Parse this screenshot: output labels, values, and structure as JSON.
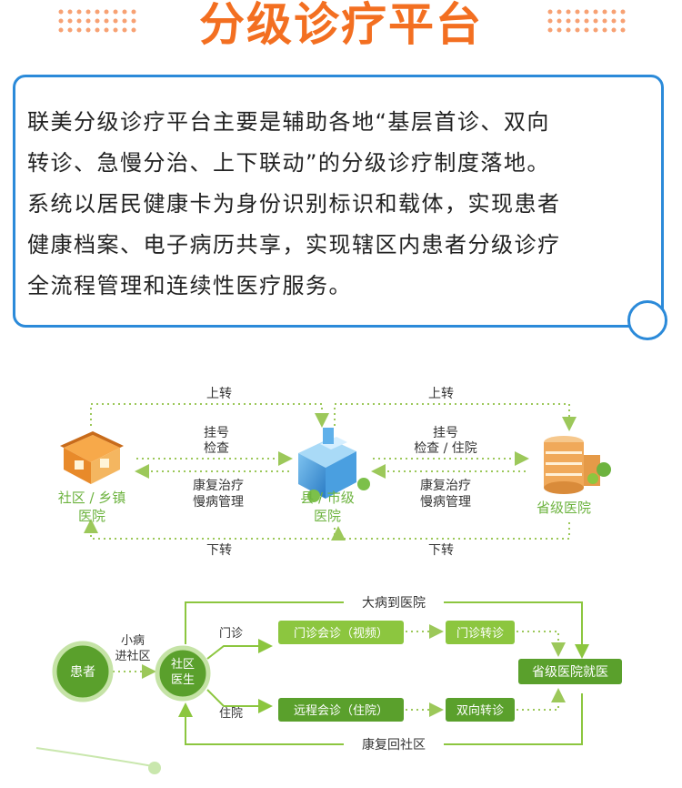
{
  "header": {
    "title": "分级诊疗平台"
  },
  "intro": {
    "lines": [
      "联美分级诊疗平台主要是辅助各地“基层首诊、双向",
      "转诊、急慢分治、上下联动”的分级诊疗制度落地。",
      "系统以居民健康卡为身份识别标识和载体，实现患者",
      "健康档案、电子病历共享，实现辖区内患者分级诊疗",
      "全流程管理和连续性医疗服务。"
    ]
  },
  "flow_top": {
    "nodes": {
      "community": [
        "社区 / 乡镇",
        "医院"
      ],
      "county": [
        "县 / 市级",
        "医院"
      ],
      "province": "省级医院"
    },
    "links": {
      "up_left": "上转",
      "up_right": "上转",
      "register_left": [
        "挂号",
        "检查"
      ],
      "register_right": [
        "挂号",
        "检查 / 住院"
      ],
      "rehab_left": [
        "康复治疗",
        "慢病管理"
      ],
      "rehab_right": [
        "康复治疗",
        "慢病管理"
      ],
      "down_left": "下转",
      "down_right": "下转"
    }
  },
  "flow_bottom": {
    "patient": "患者",
    "minor_illness": [
      "小病",
      "进社区"
    ],
    "doctor": [
      "社区",
      "医生"
    ],
    "major_illness": "大病到医院",
    "outpatient": "门诊",
    "inpatient": "住院",
    "outpatient_consult": "门诊会诊（视频）",
    "outpatient_referral": "门诊转诊",
    "remote_consult": "远程会诊（住院）",
    "two_way_referral": "双向转诊",
    "province_visit": "省级医院就医",
    "rehab_return": "康复回社区"
  },
  "colors": {
    "title": "#f36f21",
    "panel_border": "#2b8ad9",
    "node_label": "#6db33f",
    "green_box": "#8cc63f",
    "dark_green": "#5aa02c"
  }
}
